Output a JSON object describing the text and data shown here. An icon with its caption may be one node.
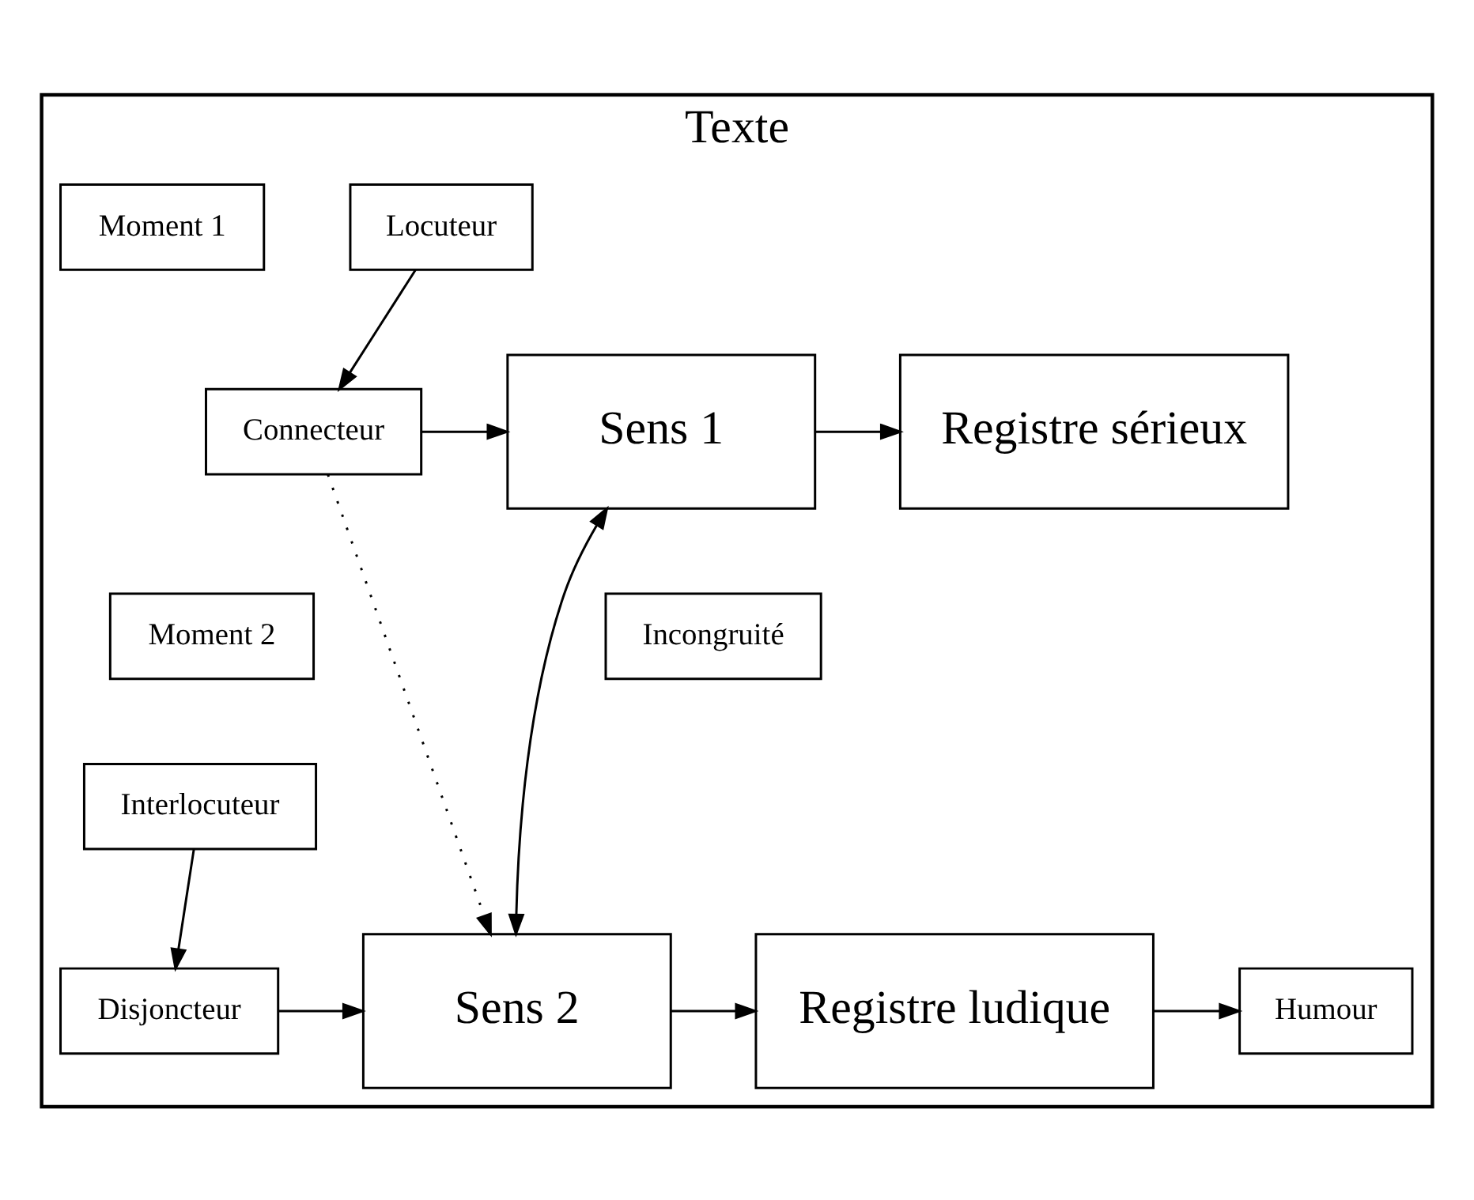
{
  "diagram": {
    "nodes": [
      {
        "text": [
          "Texte"
        ]
      },
      {
        "text": [
          "Moment 1"
        ],
        "in": 0
      },
      {
        "text": [
          "Locuteur"
        ],
        "in": 0
      },
      {
        "text": [
          "Connecteur"
        ],
        "in": 0
      },
      {
        "text": [
          "Sens 1"
        ],
        "in": 0
      },
      {
        "text": [
          "Registre sérieux"
        ],
        "in": 0
      },
      {
        "text": [
          "Moment 2"
        ],
        "in": 0
      },
      {
        "text": [
          "Incongruité"
        ],
        "in": 0
      },
      {
        "text": [
          "Interlocuteur"
        ],
        "in": 0
      },
      {
        "text": [
          "Disjoncteur"
        ],
        "in": 0
      },
      {
        "text": [
          "Sens 2"
        ],
        "in": 0
      },
      {
        "text": [
          "Registre ludique"
        ],
        "in": 0
      },
      {
        "text": [
          "Humour"
        ],
        "in": 0
      }
    ],
    "edges": [
      {
        "from": 2,
        "to": 3,
        "arrow": "to"
      },
      {
        "from": 3,
        "to": 4,
        "arrow": "to"
      },
      {
        "from": 4,
        "to": 5,
        "arrow": "to"
      },
      {
        "from": 4,
        "to": 10,
        "arrow": "both"
      },
      {
        "from": 3,
        "to": 10,
        "arrow": "to",
        "style": "dashed"
      },
      {
        "from": 8,
        "to": 9,
        "arrow": "to"
      },
      {
        "from": 9,
        "to": 10,
        "arrow": "to"
      },
      {
        "from": 10,
        "to": 11,
        "arrow": "to"
      },
      {
        "from": 11,
        "to": 12,
        "arrow": "to"
      }
    ]
  }
}
